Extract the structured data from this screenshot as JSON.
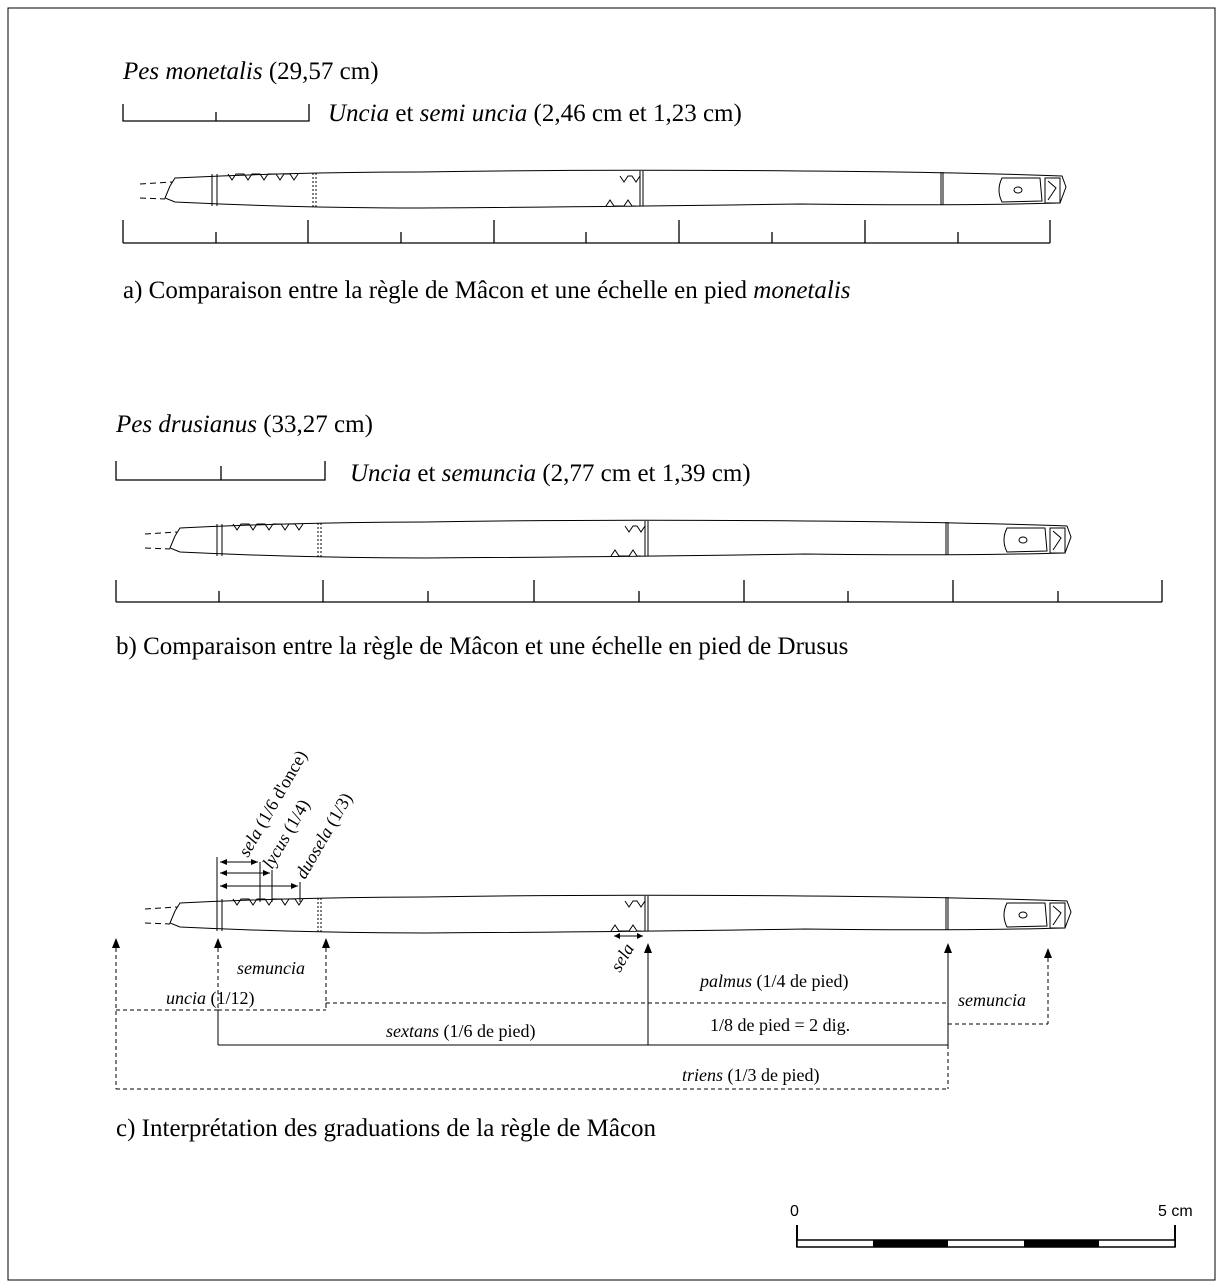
{
  "panel_a": {
    "heading_italic": "Pes monetalis",
    "heading_rest": " (29,57 cm)",
    "unit_1_italic": "Uncia",
    "unit_mid": " et ",
    "unit_2_italic": "semi uncia",
    "unit_rest": " (2,46 cm et 1,23 cm)",
    "caption_text": "a) Comparaison entre la règle de Mâcon et une échelle en pied ",
    "caption_italic": "monetalis"
  },
  "panel_b": {
    "heading_italic": "Pes drusianus",
    "heading_rest": " (33,27 cm)",
    "unit_1_italic": "Uncia",
    "unit_mid": " et ",
    "unit_2_italic": "semuncia",
    "unit_rest": " (2,77 cm et 1,39 cm)",
    "caption": "b) Comparaison entre la règle de Mâcon et une échelle en pied de Drusus"
  },
  "panel_c": {
    "label_sela_italic": "sela",
    "label_sela_rest": " (1/6 d'once)",
    "label_lycus_italic": "lycus",
    "label_lycus_rest": " (1/4)",
    "label_duosela_italic": "duosela",
    "label_duosela_rest": " (1/3)",
    "label_sela_right": "sela",
    "label_semuncia_left": "semuncia",
    "label_uncia_italic": "uncia",
    "label_uncia_rest": " (1/12)",
    "label_palmus_italic": "palmus",
    "label_palmus_rest": " (1/4 de pied)",
    "label_semuncia_right": "semuncia",
    "label_sextans_italic": "sextans",
    "label_sextans_rest": " (1/6 de pied)",
    "label_eighth": "1/8 de pied = 2 dig.",
    "label_triens_italic": "triens",
    "label_triens_rest": " (1/3 de pied)",
    "caption": "c) Interprétation des graduations de la règle de Mâcon"
  },
  "scale_bar": {
    "label_zero": "0",
    "label_end": "5 cm"
  }
}
